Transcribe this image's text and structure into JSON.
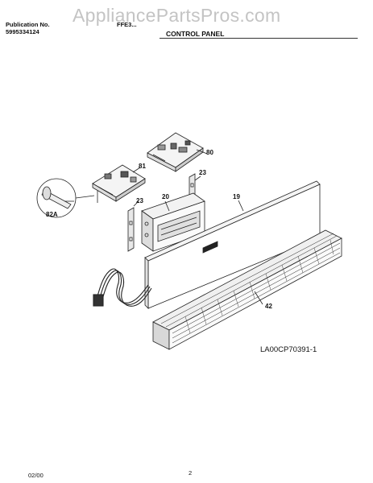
{
  "watermark": "AppliancePartsPros.com",
  "header": {
    "publication_label": "Publication No.",
    "publication_number": "5995334124",
    "model": "FFE3...",
    "section_title": "CONTROL PANEL"
  },
  "callouts": {
    "c80": "80",
    "c81": "81",
    "c23a": "23",
    "c20": "20",
    "c23b": "23",
    "c19": "19",
    "c82a": "82A",
    "c42": "42"
  },
  "diagram_code": "LA00CP70391-1",
  "footer": {
    "date": "02/00",
    "page": "2"
  }
}
